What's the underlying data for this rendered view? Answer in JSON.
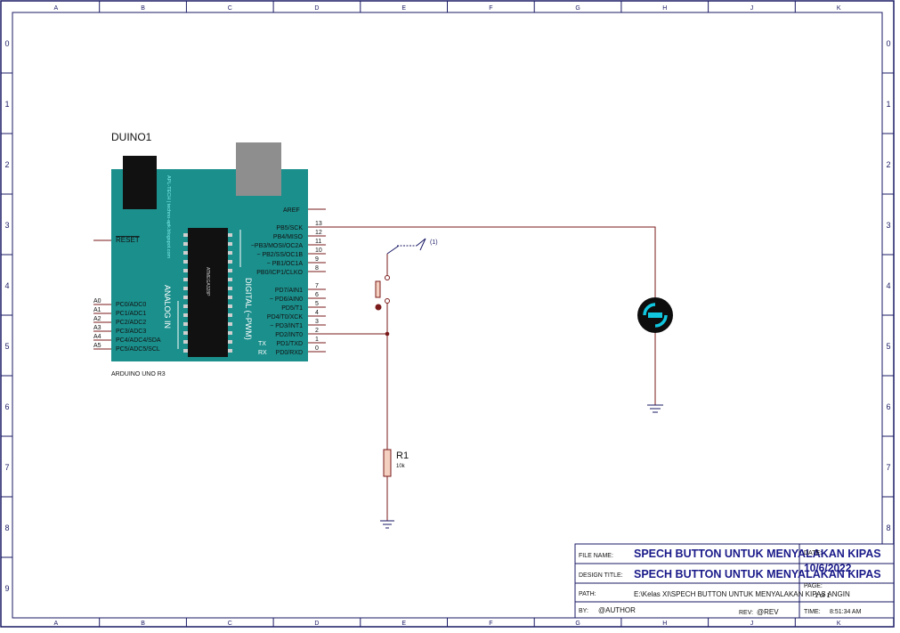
{
  "border": {
    "columns": [
      "A",
      "B",
      "C",
      "D",
      "E",
      "F",
      "G",
      "H",
      "J",
      "K"
    ],
    "rows": [
      "0",
      "1",
      "2",
      "3",
      "4",
      "5",
      "6",
      "7",
      "8",
      "9"
    ]
  },
  "arduino": {
    "ref": "DUINO1",
    "model": "ARDUINO UNO R3",
    "aref": "AREF",
    "reset": "RESET",
    "brand": "APL-TECH | techno-apk.blogspot.com",
    "analog_title": "ANALOG IN",
    "digital_title": "DIGITAL (~PWM)",
    "chip_label": "ATMEGA328P",
    "tx": "TX",
    "rx": "RX",
    "analog_pins": [
      {
        "name": "A0",
        "label": "PC0/ADC0"
      },
      {
        "name": "A1",
        "label": "PC1/ADC1"
      },
      {
        "name": "A2",
        "label": "PC2/ADC2"
      },
      {
        "name": "A3",
        "label": "PC3/ADC3"
      },
      {
        "name": "A4",
        "label": "PC4/ADC4/SDA"
      },
      {
        "name": "A5",
        "label": "PC5/ADC5/SCL"
      }
    ],
    "digital_pins": [
      {
        "num": "13",
        "label": "PB5/SCK"
      },
      {
        "num": "12",
        "label": "PB4/MISO"
      },
      {
        "num": "11",
        "label": "~PB3/MOSI/OC2A"
      },
      {
        "num": "10",
        "label": "~ PB2/SS/OC1B"
      },
      {
        "num": "9",
        "label": "~ PB1/OC1A"
      },
      {
        "num": "8",
        "label": "PB0/ICP1/CLKO"
      },
      {
        "num": "7",
        "label": "PD7/AIN1"
      },
      {
        "num": "6",
        "label": "~ PD6/AIN0"
      },
      {
        "num": "5",
        "label": "PD5/T1"
      },
      {
        "num": "4",
        "label": "PD4/T0/XCK"
      },
      {
        "num": "3",
        "label": "~ PD3/INT1"
      },
      {
        "num": "2",
        "label": "PD2/INT0"
      },
      {
        "num": "1",
        "label": "PD1/TXD"
      },
      {
        "num": "0",
        "label": "PD0/RXD"
      }
    ]
  },
  "resistor": {
    "ref": "R1",
    "value": "10k"
  },
  "button": {
    "marker": "(1)"
  },
  "title_block": {
    "file_name_label": "FILE NAME:",
    "file_name": "SPECH BUTTON UNTUK MENYALAKAN KIPAS",
    "design_title_label": "DESIGN TITLE:",
    "design_title": "SPECH BUTTON UNTUK MENYALAKAN KIPAS",
    "path_label": "PATH:",
    "path": "E:\\Kelas XI\\SPECH BUTTON UNTUK MENYALAKAN KIPAS ANGIN",
    "by_label": "BY:",
    "author": "@AUTHOR",
    "rev_label": "REV:",
    "rev": "@REV",
    "date_label": "DATE:",
    "date": "10/6/2022",
    "page_label": "PAGE:",
    "page": "1 of 1",
    "time_label": "TIME:",
    "time": "8:51:34 AM"
  },
  "colors": {
    "board": "#1b8f8c",
    "wire": "#7a1a1a",
    "line": "#1a1a66",
    "title_text": "#1a1a8a",
    "motor_ring": "#11c7e0"
  }
}
